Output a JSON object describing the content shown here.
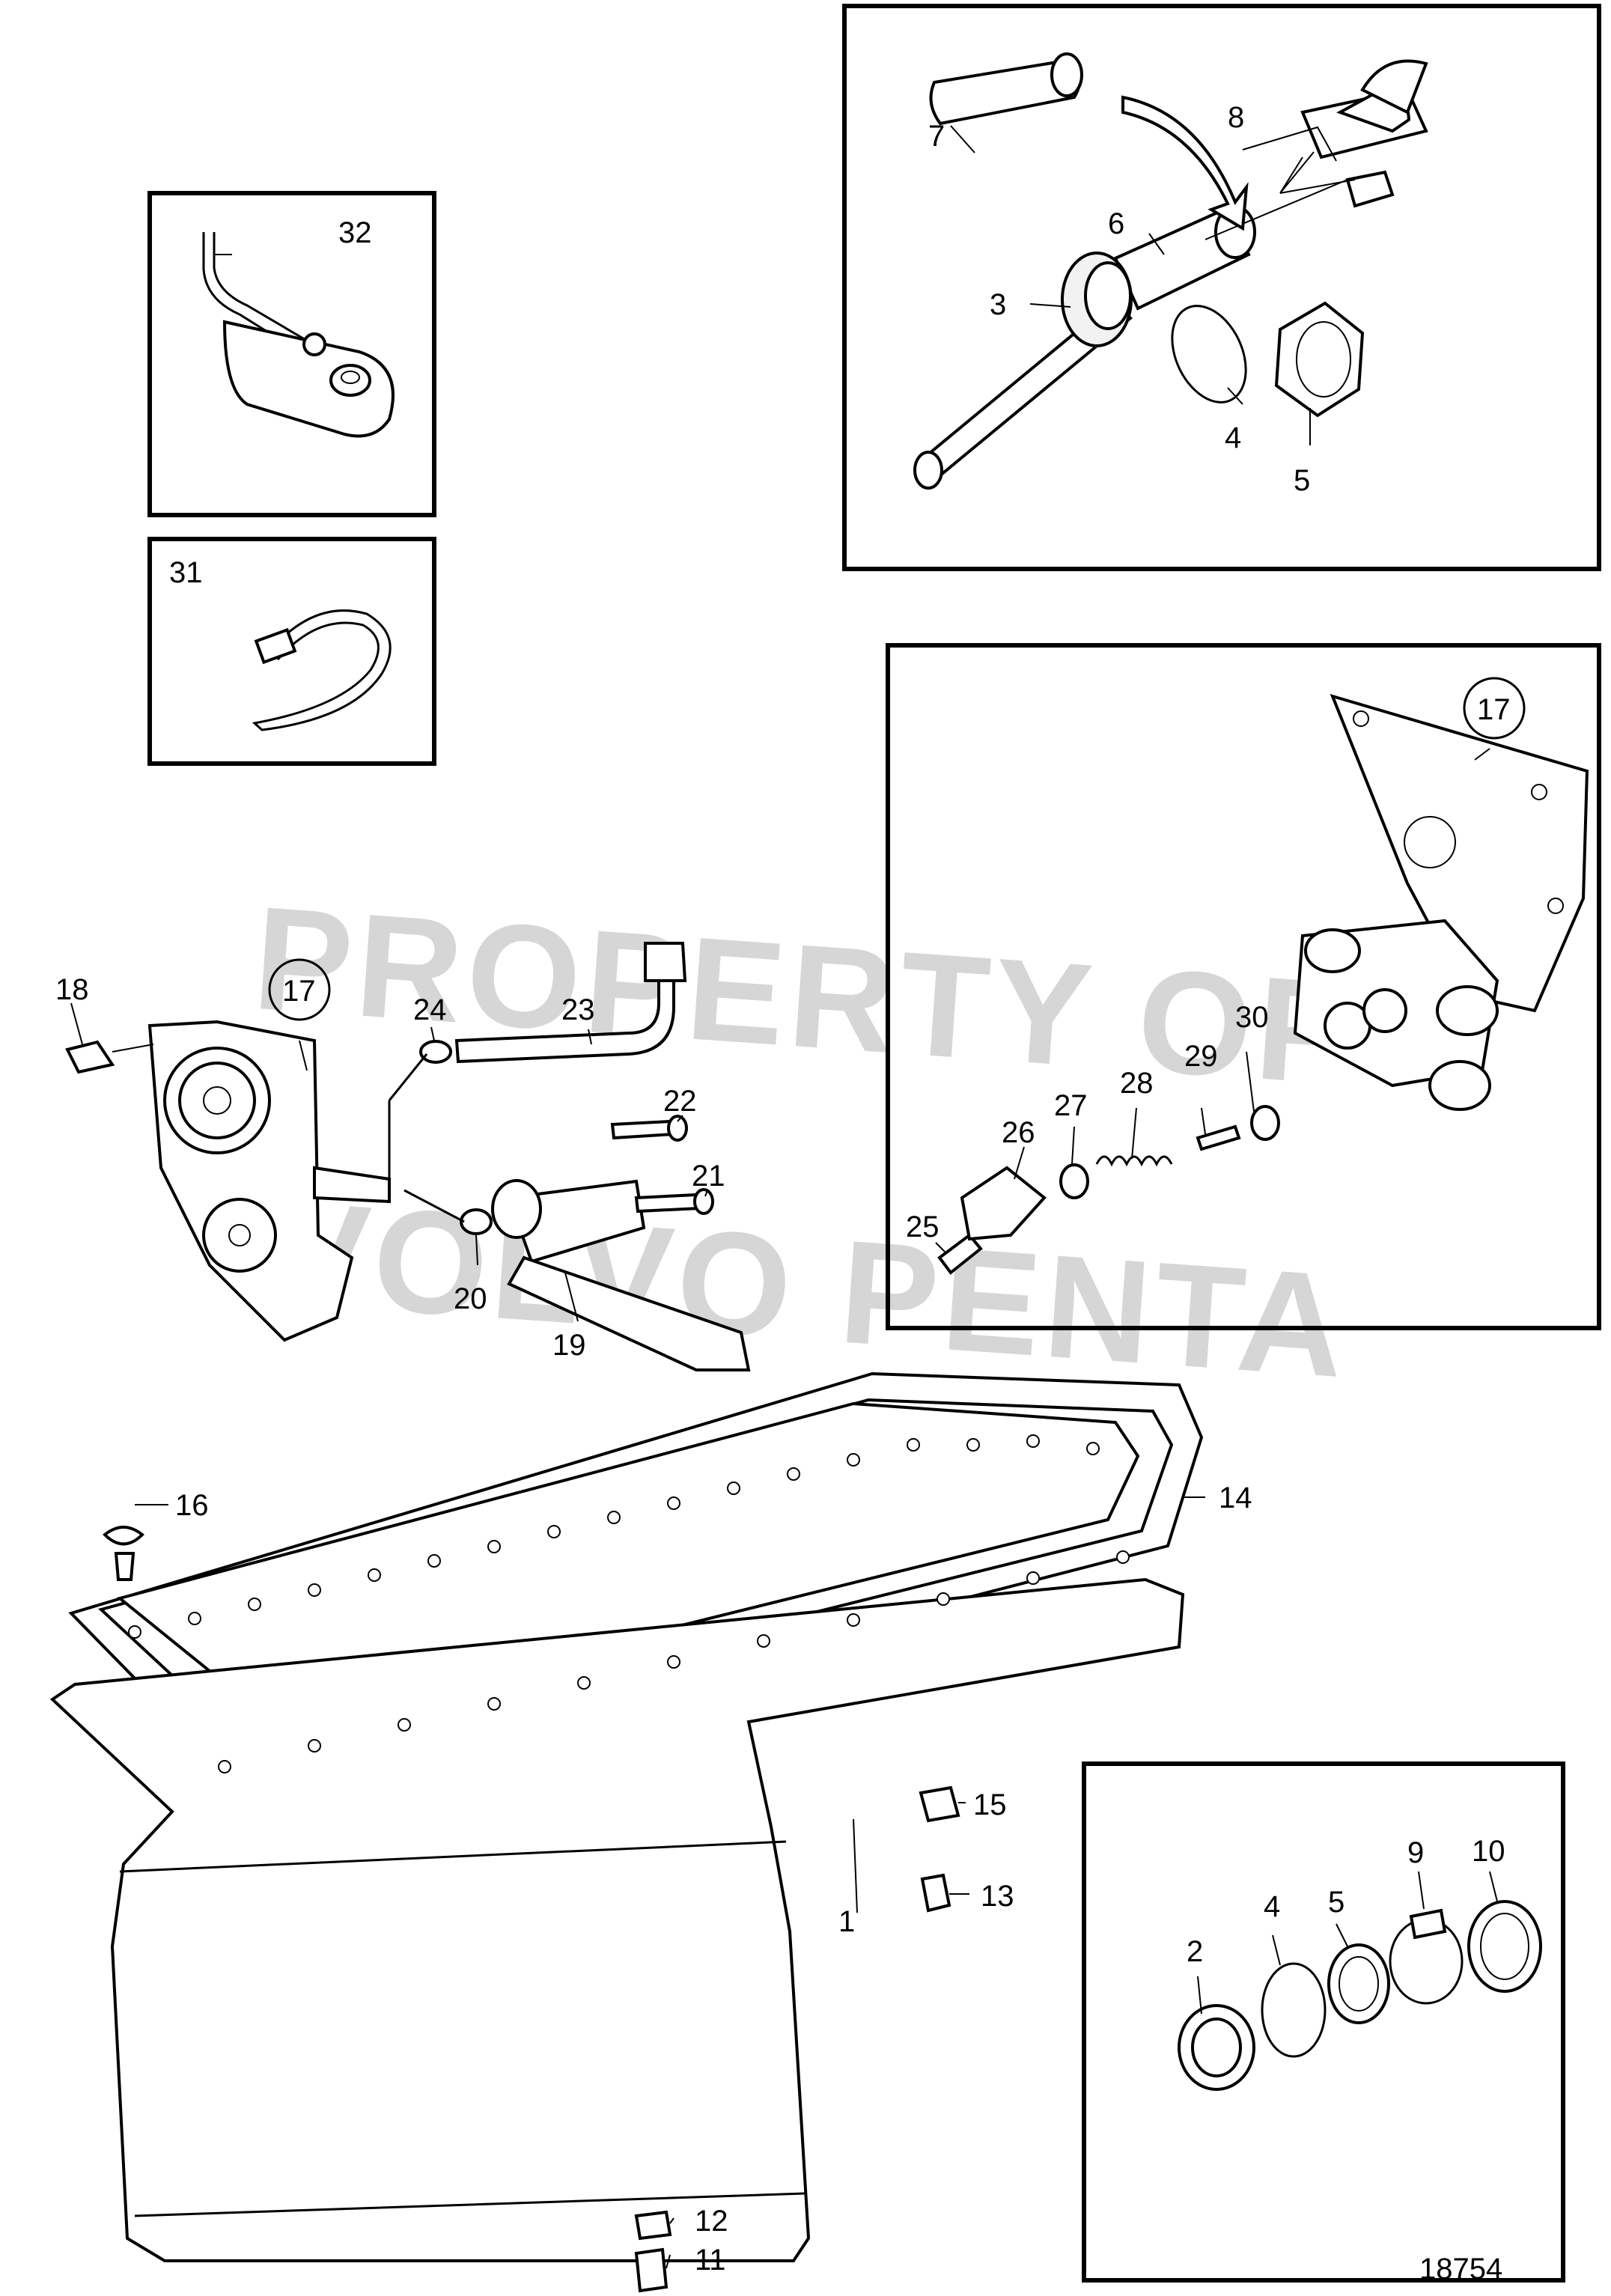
{
  "diagram": {
    "drawing_number": "18754",
    "watermark_lines": [
      "PROPERTY OF",
      "VOLVO PENTA"
    ],
    "callouts": [
      "1",
      "2",
      "3",
      "4",
      "4",
      "5",
      "5",
      "6",
      "7",
      "8",
      "9",
      "10",
      "11",
      "12",
      "13",
      "14",
      "15",
      "16",
      "17",
      "17",
      "18",
      "19",
      "20",
      "21",
      "22",
      "23",
      "24",
      "25",
      "26",
      "27",
      "28",
      "29",
      "30",
      "31",
      "32"
    ]
  }
}
